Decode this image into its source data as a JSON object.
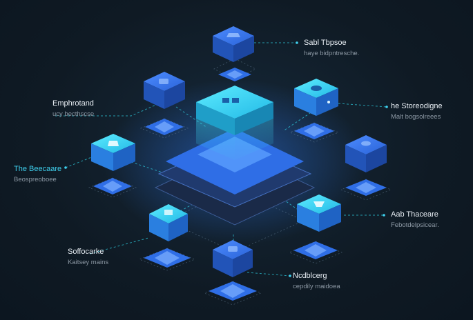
{
  "labels": {
    "top_right": {
      "title": "Sabl Tbpsoe",
      "subtitle": "haye bidpntresche."
    },
    "upper_left": {
      "title": "Emphrotand",
      "subtitle": "ucy becthscse"
    },
    "upper_right": {
      "title": "he Storeodigne",
      "subtitle": "Malt bogsolreees"
    },
    "middle_left": {
      "title": "The Beecaare",
      "subtitle": "Beospreoboee"
    },
    "lower_right": {
      "title": "Aab Thaceare",
      "subtitle": "Febotdelpsicear."
    },
    "lower_left": {
      "title": "Soffocarke",
      "subtitle": "Kaitsey mains"
    },
    "bottom_right": {
      "title": "Ncdblcerg",
      "subtitle": "cepdily maidoea"
    }
  },
  "colors": {
    "background": "#0f1a24",
    "node_blue": "#2f6fe4",
    "node_cyan": "#2ed3f2",
    "accent_text": "#3fd0ee",
    "connector": "#2cc6d8"
  }
}
